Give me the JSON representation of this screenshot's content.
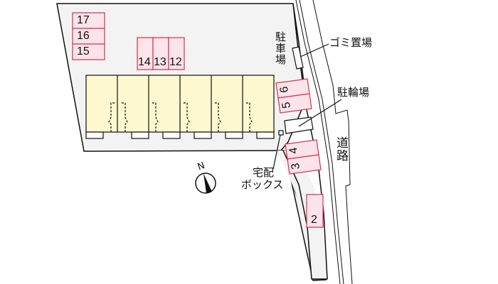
{
  "colors": {
    "lot_fill": "#f3f3f3",
    "building_fill": "#fdf8cf",
    "parking_fill": "#fde4ea",
    "parking_stroke": "#d6304b",
    "line": "#111111"
  },
  "labels": {
    "parking_area": "駐車場",
    "garbage": "ゴミ置場",
    "bicycle": "駐輪場",
    "road": "道路",
    "delivery_box_line1": "宅配",
    "delivery_box_line2": "ボックス",
    "north": "N"
  },
  "parking_spaces": {
    "s17": "17",
    "s16": "16",
    "s15": "15",
    "s14": "14",
    "s13": "13",
    "s12": "12",
    "s6": "6",
    "s5": "5",
    "s4": "4",
    "s3": "3",
    "s2": "2"
  },
  "building": {
    "units": 6
  }
}
